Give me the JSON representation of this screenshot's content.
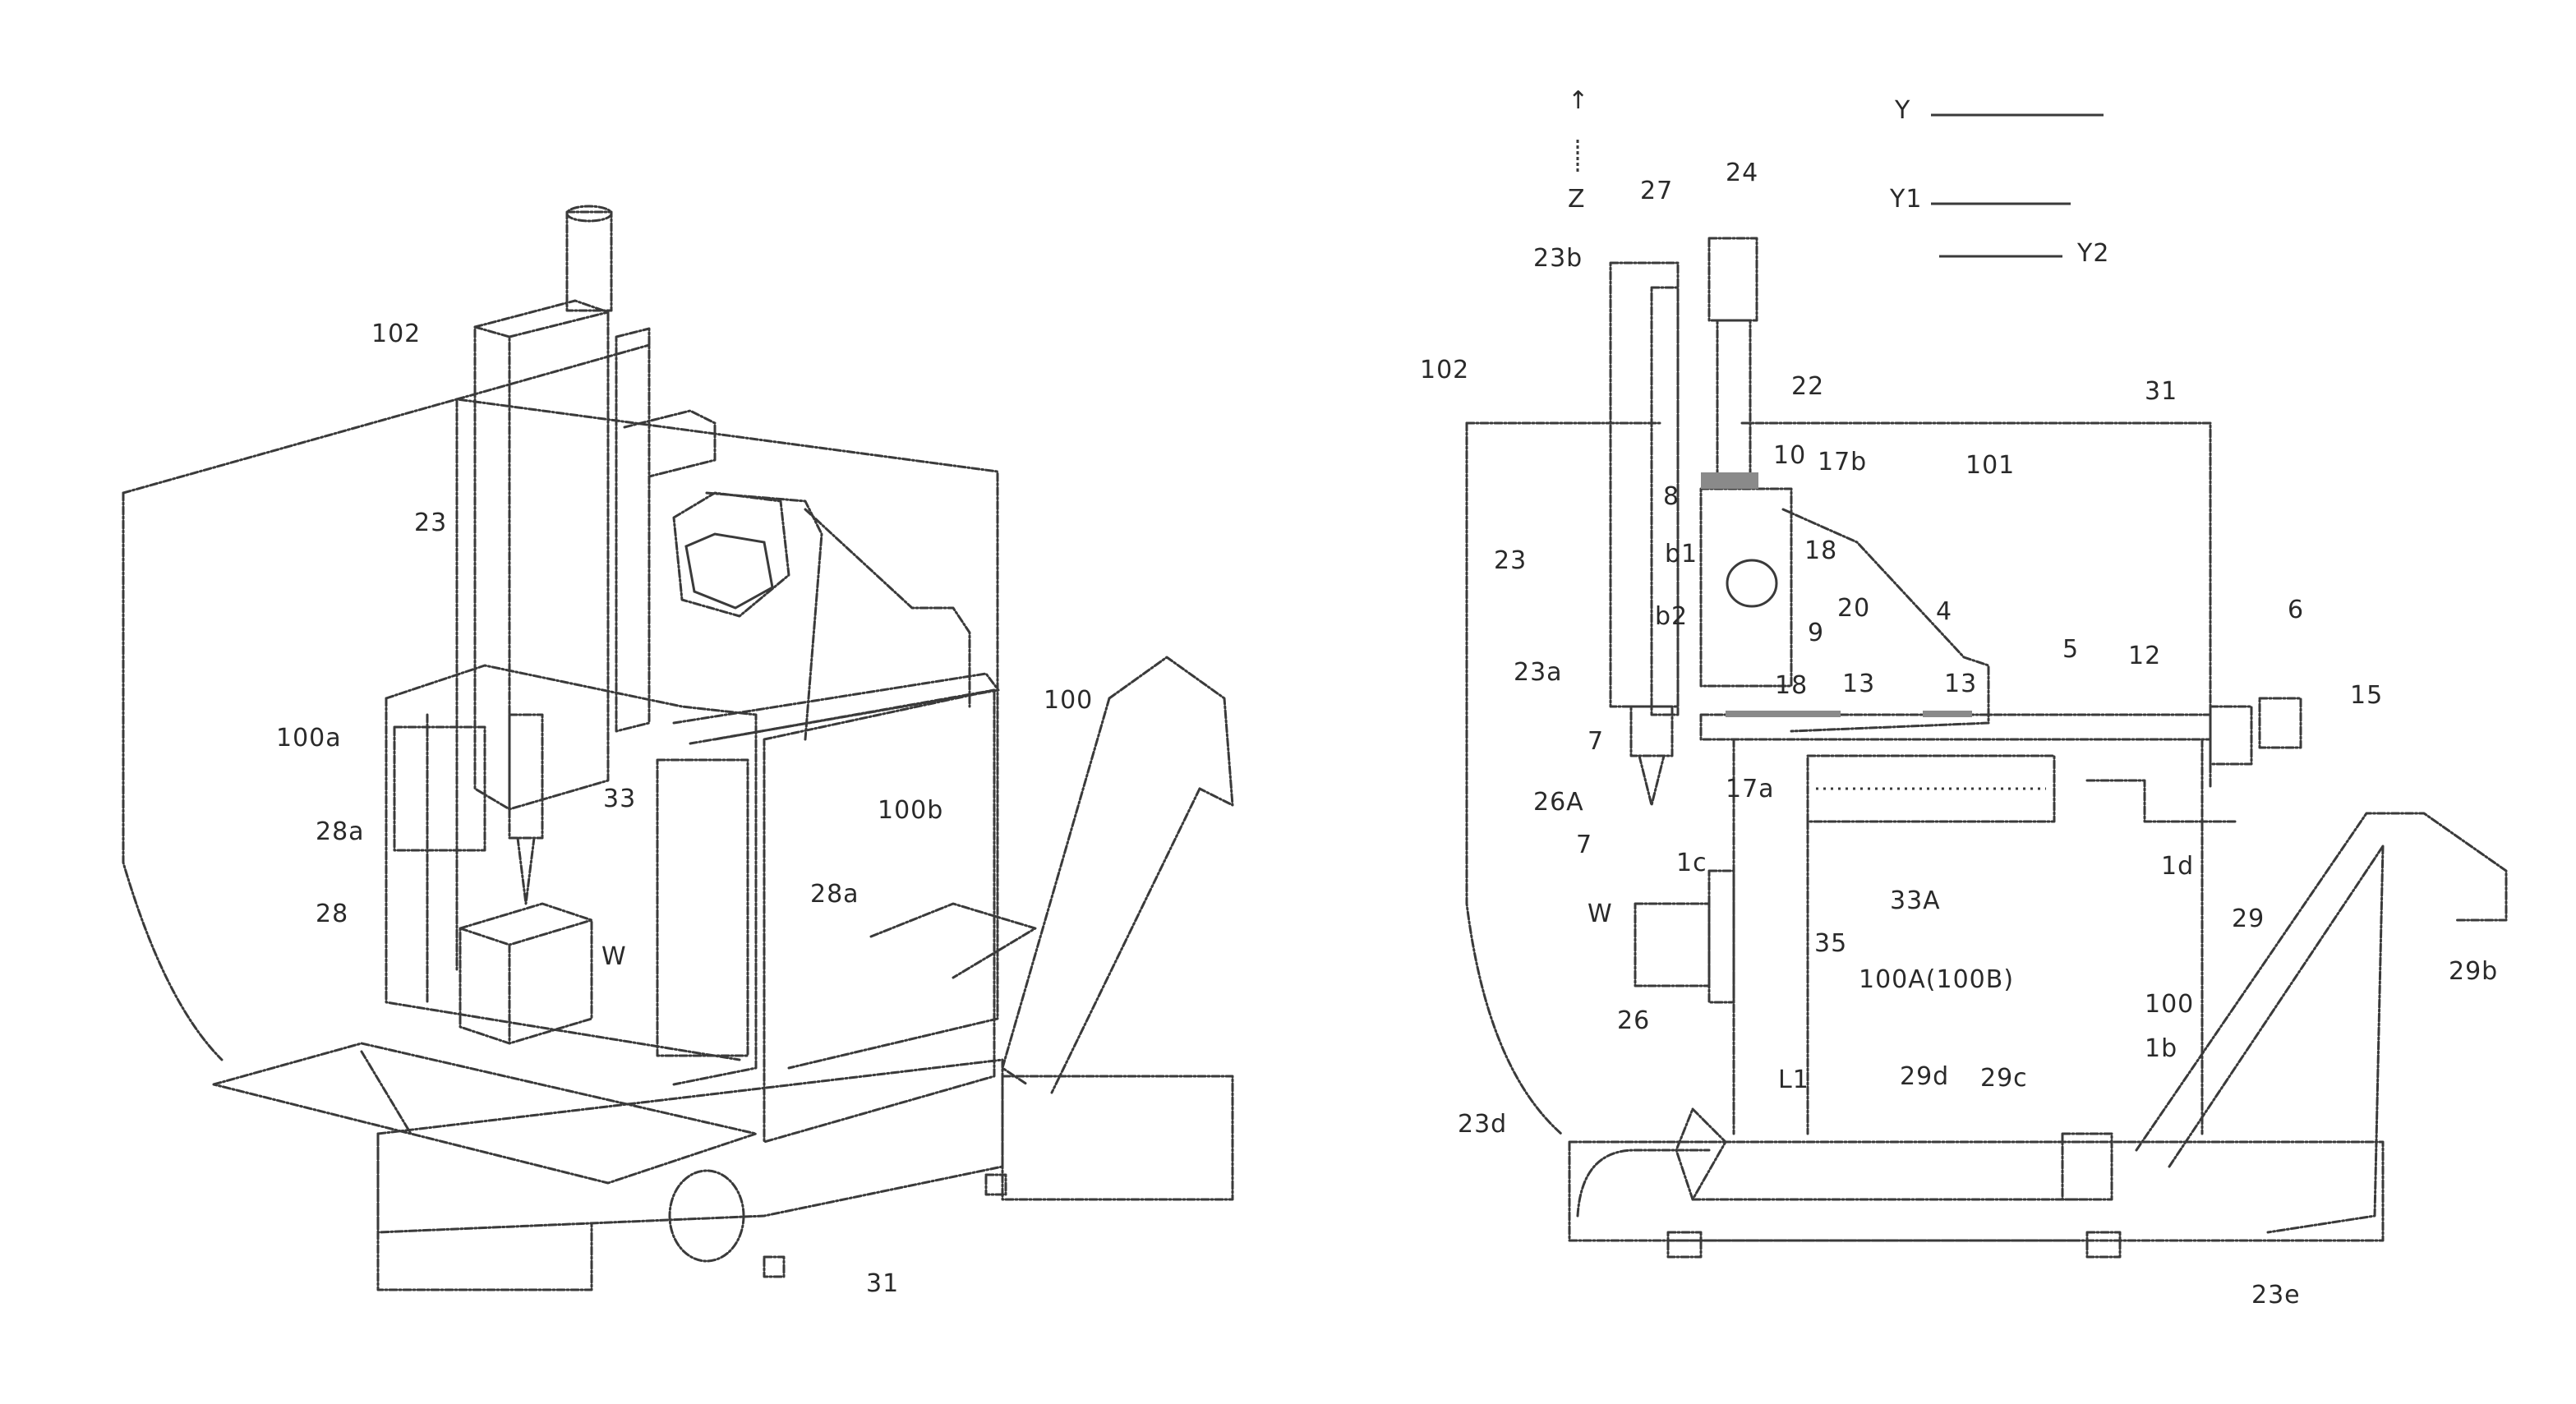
{
  "left_figure": {
    "labels": {
      "l102": "102",
      "l23": "23",
      "l100a": "100a",
      "l28a": "28a",
      "l28": "28",
      "l33": "33",
      "l28a_r": "28a",
      "lW": "W",
      "l100": "100",
      "l100b": "100b",
      "l31": "31"
    }
  },
  "right_figure": {
    "axes": {
      "z": "Z",
      "z_arrow": "↑",
      "y": "Y",
      "y1": "Y1",
      "y2": "Y2"
    },
    "labels": {
      "l23b": "23b",
      "l27": "27",
      "l24": "24",
      "l102": "102",
      "l22": "22",
      "l31": "31",
      "l10": "10",
      "l17b": "17b",
      "l101": "101",
      "l8": "8",
      "lb1": "b1",
      "l18a": "18",
      "l23": "23",
      "lb2": "b2",
      "l20": "20",
      "l4": "4",
      "l9": "9",
      "l23a": "23a",
      "l18b": "18",
      "l13a": "13",
      "l13b": "13",
      "l5": "5",
      "l12": "12",
      "l6": "6",
      "l15": "15",
      "l7a": "7",
      "l26A": "26A",
      "l17a": "17a",
      "l7b": "7",
      "l1c": "1c",
      "l1d": "1d",
      "l33A": "33A",
      "lW": "W",
      "l35": "35",
      "l100A": "100A(100B)",
      "l29": "29",
      "l29b": "29b",
      "l26": "26",
      "l100": "100",
      "l1b": "1b",
      "l23d": "23d",
      "lL1": "L1",
      "l29d": "29d",
      "l29c": "29c",
      "l23e": "23e"
    }
  }
}
